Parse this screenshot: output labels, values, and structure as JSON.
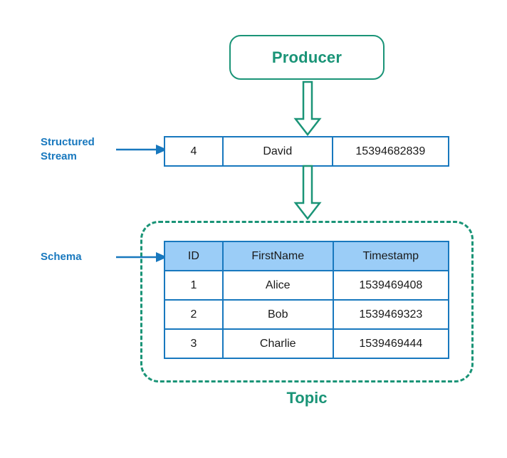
{
  "diagram": {
    "producer": {
      "label": "Producer"
    },
    "topic": {
      "caption": "Topic"
    },
    "annotations": {
      "structured_stream_line1": "Structured",
      "structured_stream_line2": "Stream",
      "schema": "Schema"
    },
    "stream_row": {
      "id": "4",
      "first_name": "David",
      "timestamp": "15394682839"
    },
    "schema_table": {
      "headers": [
        "ID",
        "FirstName",
        "Timestamp"
      ],
      "rows": [
        {
          "id": "1",
          "first_name": "Alice",
          "timestamp": "1539469408"
        },
        {
          "id": "2",
          "first_name": "Bob",
          "timestamp": "1539469323"
        },
        {
          "id": "3",
          "first_name": "Charlie",
          "timestamp": "1539469444"
        }
      ]
    },
    "icons": {
      "flow_arrow_1": "block-arrow-down-icon",
      "flow_arrow_2": "block-arrow-down-icon",
      "pointer_arrow_stream": "arrow-right-icon",
      "pointer_arrow_schema": "arrow-right-icon"
    },
    "colors": {
      "teal": "#1a9477",
      "blue": "#1878be",
      "header_fill": "#9bcdf7",
      "text": "#1a1a1a",
      "background": "#ffffff"
    }
  }
}
